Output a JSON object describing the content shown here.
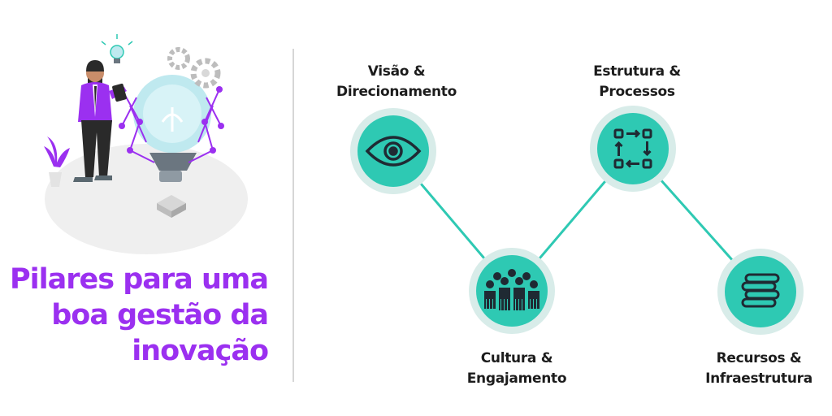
{
  "title": {
    "lines": [
      "Pilares para uma",
      "boa gestão da",
      "inovação"
    ],
    "color": "#9b30f0"
  },
  "colors": {
    "teal": "#2ec9b3",
    "teal_ring": "#d8ece9",
    "icon_dark": "#1f2a33",
    "divider": "#d6d6d6",
    "purple": "#9b30f0"
  },
  "pillars": [
    {
      "label_line1": "Visão &",
      "label_line2": "Direcionamento",
      "icon": "eye-icon"
    },
    {
      "label_line1": "Cultura &",
      "label_line2": "Engajamento",
      "icon": "people-group-icon"
    },
    {
      "label_line1": "Estrutura &",
      "label_line2": "Processos",
      "icon": "process-flow-icon"
    },
    {
      "label_line1": "Recursos &",
      "label_line2": "Infraestrutura",
      "icon": "coins-stack-icon"
    }
  ],
  "illustration": {
    "description_icon": "innovation-lightbulb-illustration"
  }
}
